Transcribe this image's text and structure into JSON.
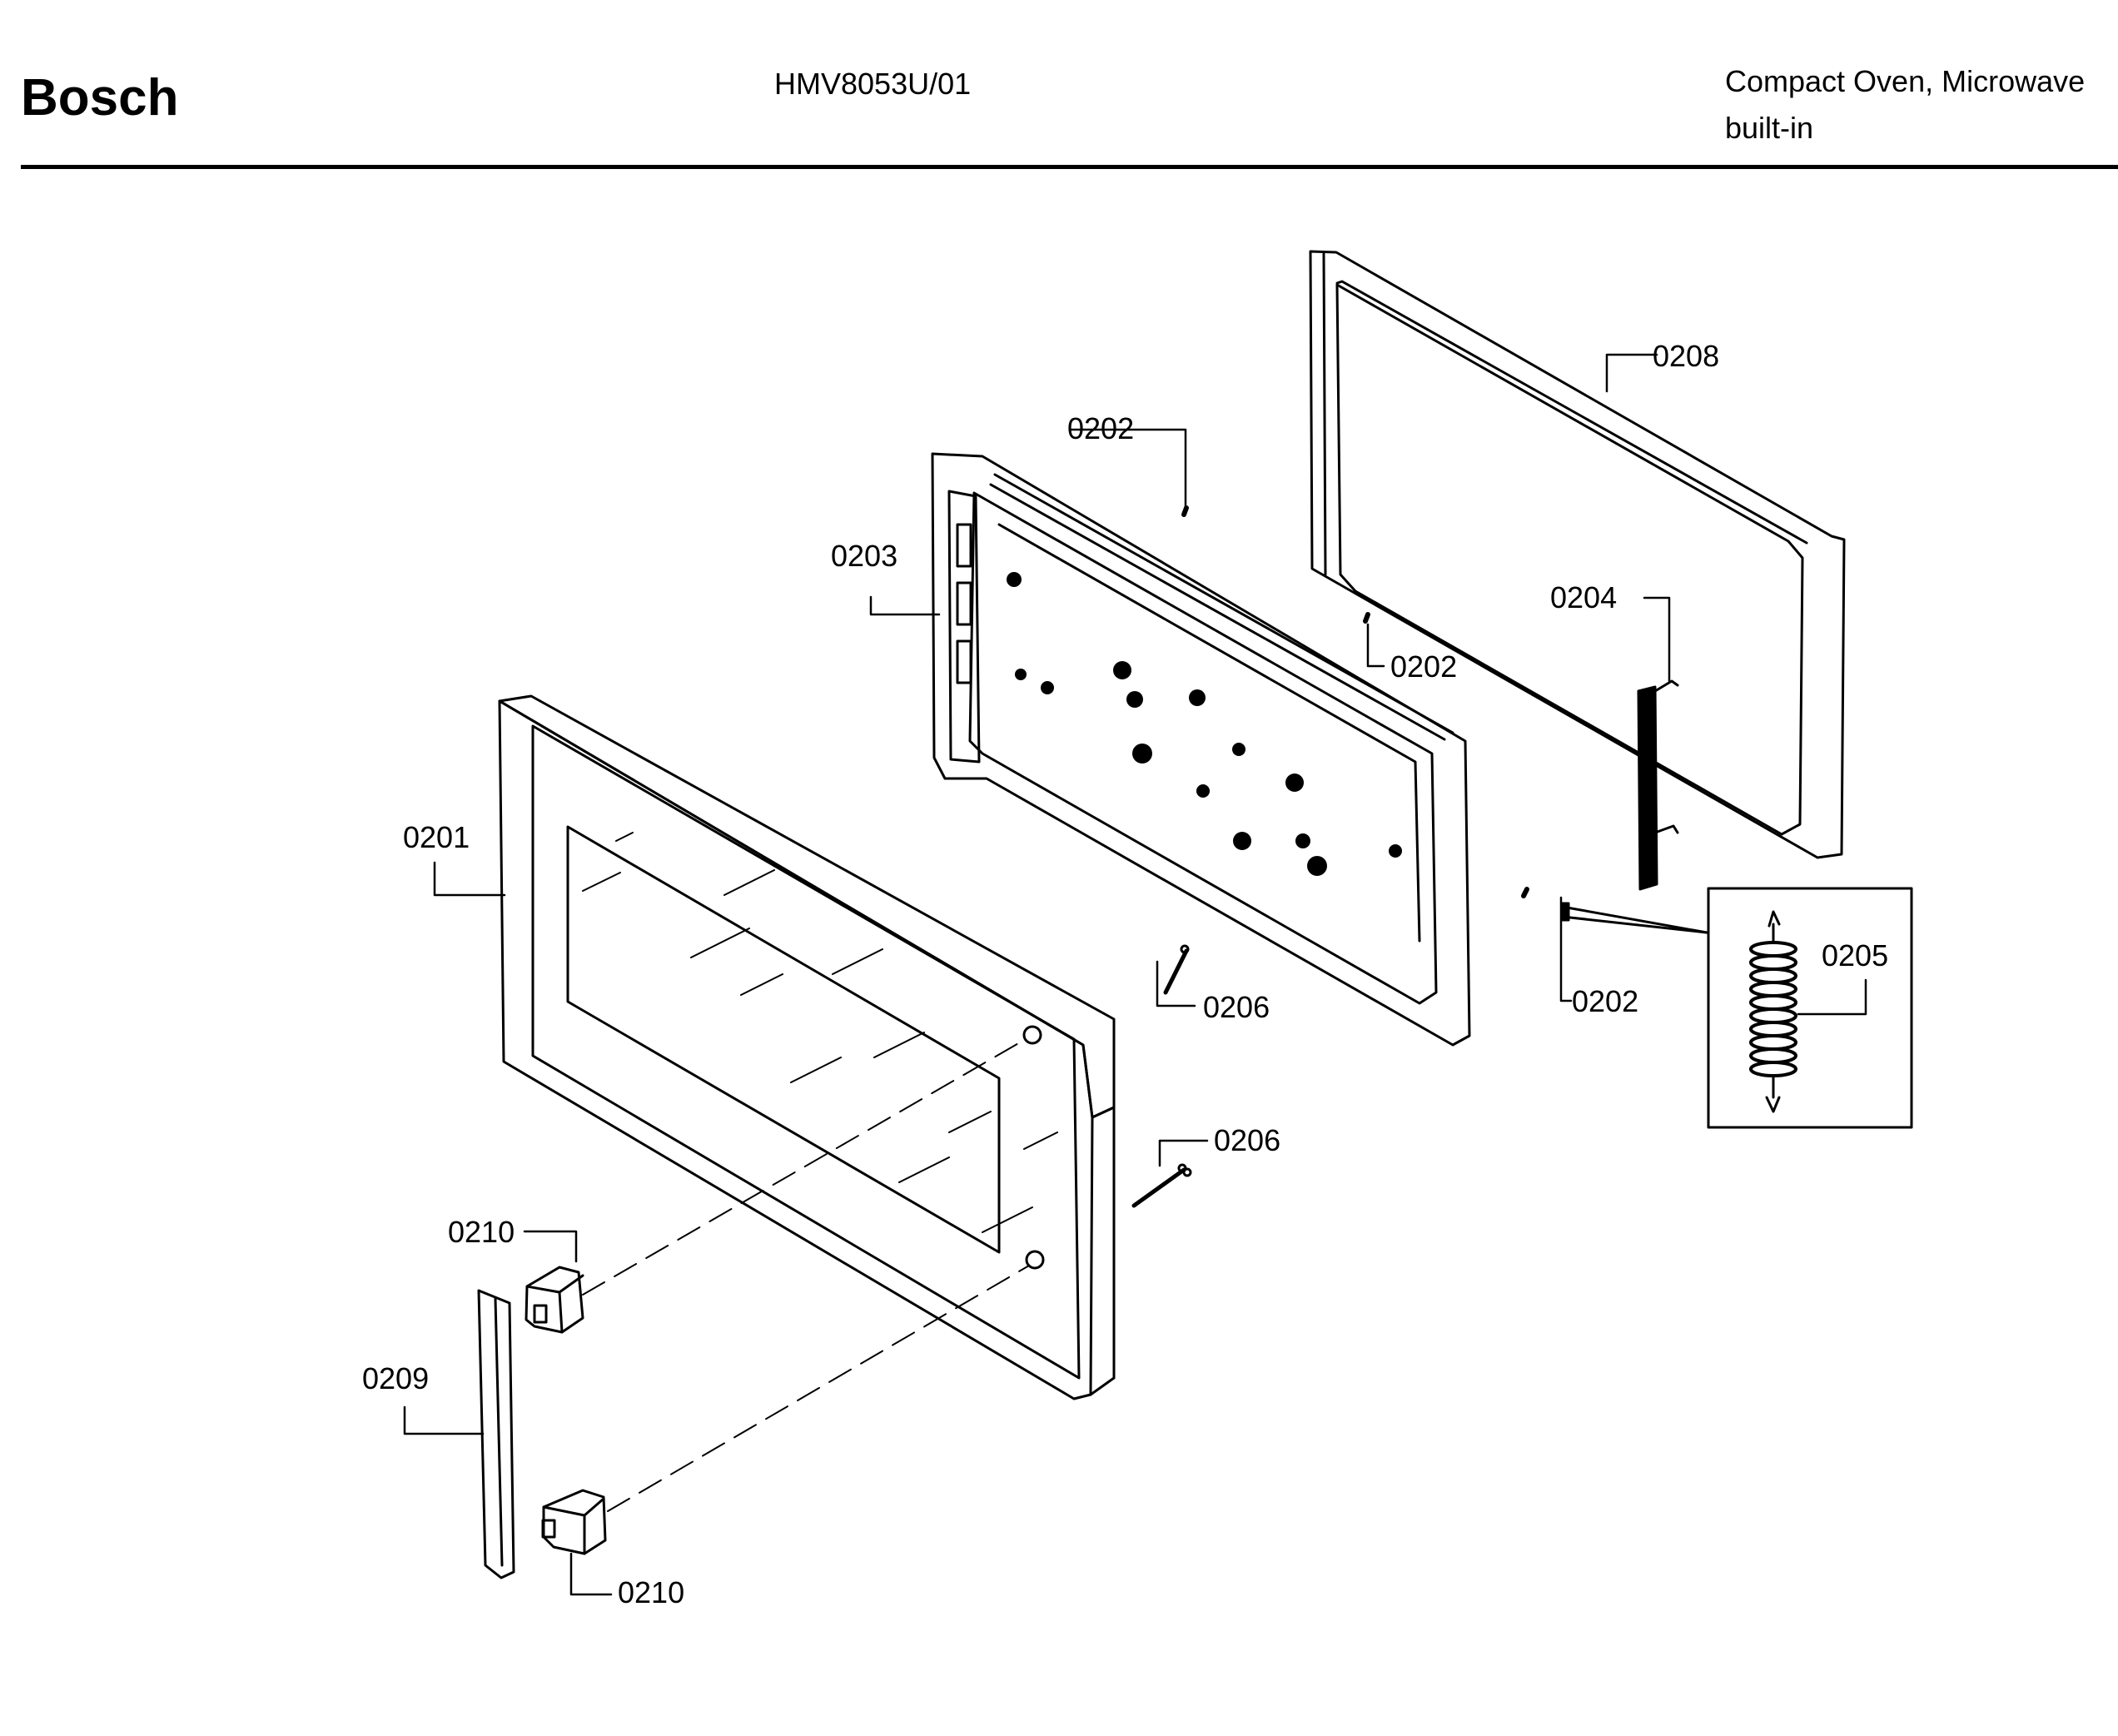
{
  "header": {
    "brand": "Bosch",
    "model": "HMV8053U/01",
    "description_line1": "Compact Oven, Microwave",
    "description_line2": "built-in"
  },
  "labels": {
    "p0201": "0201",
    "p0202": "0202",
    "p0203": "0203",
    "p0204": "0204",
    "p0205": "0205",
    "p0206": "0206",
    "p0208": "0208",
    "p0209": "0209",
    "p0210": "0210"
  }
}
